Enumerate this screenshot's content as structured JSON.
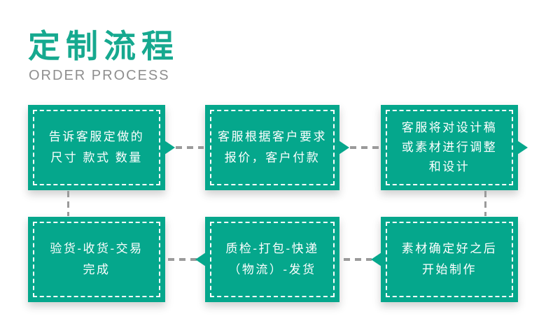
{
  "header": {
    "title": "定制流程",
    "subtitle": "ORDER PROCESS"
  },
  "colors": {
    "brand_green": "#05a78c",
    "title_green": "#16a98f",
    "subtitle_gray": "#8e8e8e",
    "connector_gray": "#9a9a9a",
    "box_text": "#ffffff",
    "page_bg": "#ffffff"
  },
  "flow": {
    "steps": [
      {
        "name": "step-1",
        "lines": [
          "告诉客服定做的",
          "尺寸 款式 数量"
        ]
      },
      {
        "name": "step-2",
        "lines": [
          "客服根据客户要求",
          "报价，客户付款"
        ]
      },
      {
        "name": "step-3",
        "lines": [
          "客服将对设计稿",
          "或素材进行调整",
          "和设计"
        ]
      },
      {
        "name": "step-4",
        "lines": [
          "验货-收货-交易",
          "完成"
        ]
      },
      {
        "name": "step-5",
        "lines": [
          "质检-打包-快递",
          "（物流）-发货"
        ]
      },
      {
        "name": "step-6",
        "lines": [
          "素材确定好之后",
          "开始制作"
        ]
      }
    ],
    "connections": [
      {
        "from": "step-1",
        "to": "step-2",
        "style": "gray-dashed",
        "arrow": "right"
      },
      {
        "from": "step-2",
        "to": "step-3",
        "style": "gray-dashed",
        "arrow": "right"
      },
      {
        "from": "step-3",
        "to": "right-edge",
        "style": "arrowhead-only",
        "arrow": "right"
      },
      {
        "from": "step-3",
        "to": "step-6",
        "style": "gray-dashed-vertical",
        "arrow": "none"
      },
      {
        "from": "step-6",
        "to": "step-5",
        "style": "gray-dashed",
        "arrow": "left"
      },
      {
        "from": "step-5",
        "to": "step-4",
        "style": "gray-dashed",
        "arrow": "left"
      },
      {
        "from": "step-1",
        "to": "step-4",
        "style": "gray-dashed-vertical",
        "arrow": "none"
      }
    ]
  }
}
